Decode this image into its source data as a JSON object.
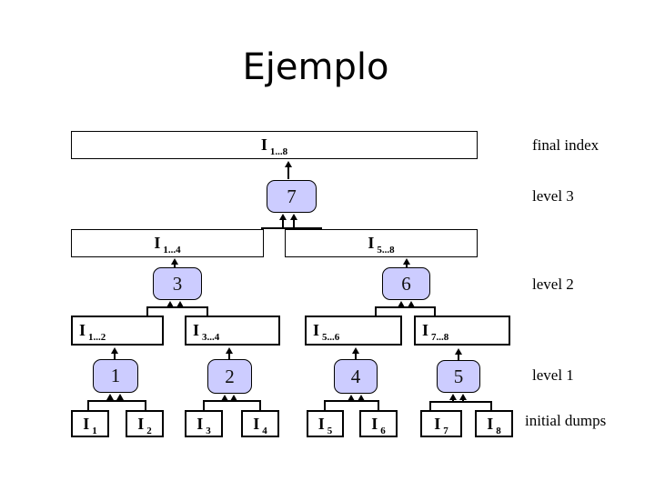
{
  "title": "Ejemplo",
  "colors": {
    "background": "#ffffff",
    "merge_fill": "#ccccff",
    "box_border": "#000000",
    "line_color": "#000000"
  },
  "index_boxes": [
    {
      "id": "I1-8",
      "base": "I",
      "sub": "1...8"
    },
    {
      "id": "I1-4",
      "base": "I",
      "sub": "1...4"
    },
    {
      "id": "I5-8",
      "base": "I",
      "sub": "5...8"
    },
    {
      "id": "I1-2",
      "base": "I",
      "sub": "1...2"
    },
    {
      "id": "I3-4",
      "base": "I",
      "sub": "3...4"
    },
    {
      "id": "I5-6",
      "base": "I",
      "sub": "5...6"
    },
    {
      "id": "I7-8",
      "base": "I",
      "sub": "7...8"
    },
    {
      "id": "I1",
      "base": "I",
      "sub": "1"
    },
    {
      "id": "I2",
      "base": "I",
      "sub": "2"
    },
    {
      "id": "I3",
      "base": "I",
      "sub": "3"
    },
    {
      "id": "I4",
      "base": "I",
      "sub": "4"
    },
    {
      "id": "I5",
      "base": "I",
      "sub": "5"
    },
    {
      "id": "I6",
      "base": "I",
      "sub": "6"
    },
    {
      "id": "I7",
      "base": "I",
      "sub": "7"
    },
    {
      "id": "I8",
      "base": "I",
      "sub": "8"
    }
  ],
  "merge_boxes": [
    {
      "id": "m7",
      "label": "7"
    },
    {
      "id": "m3",
      "label": "3"
    },
    {
      "id": "m6",
      "label": "6"
    },
    {
      "id": "m1",
      "label": "1"
    },
    {
      "id": "m2",
      "label": "2"
    },
    {
      "id": "m4",
      "label": "4"
    },
    {
      "id": "m5",
      "label": "5"
    }
  ],
  "annotations": [
    {
      "id": "final-index",
      "text": "final index"
    },
    {
      "id": "level-3",
      "text": "level 3"
    },
    {
      "id": "level-2",
      "text": "level 2"
    },
    {
      "id": "level-1",
      "text": "level 1"
    },
    {
      "id": "initial-dumps",
      "text": "initial dumps"
    }
  ]
}
